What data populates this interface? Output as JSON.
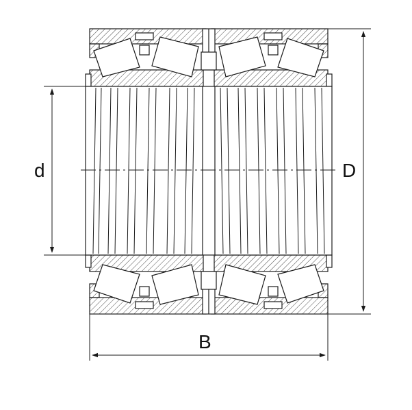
{
  "diagram": {
    "labels": {
      "bore": "d",
      "outer": "D",
      "width": "B"
    },
    "colors": {
      "line": "#1a1a1a",
      "background": "#ffffff"
    },
    "components": [
      "outer-ring",
      "inner-ring",
      "tapered-roller",
      "cage",
      "spacer",
      "center-line",
      "dimension-arrow"
    ]
  }
}
